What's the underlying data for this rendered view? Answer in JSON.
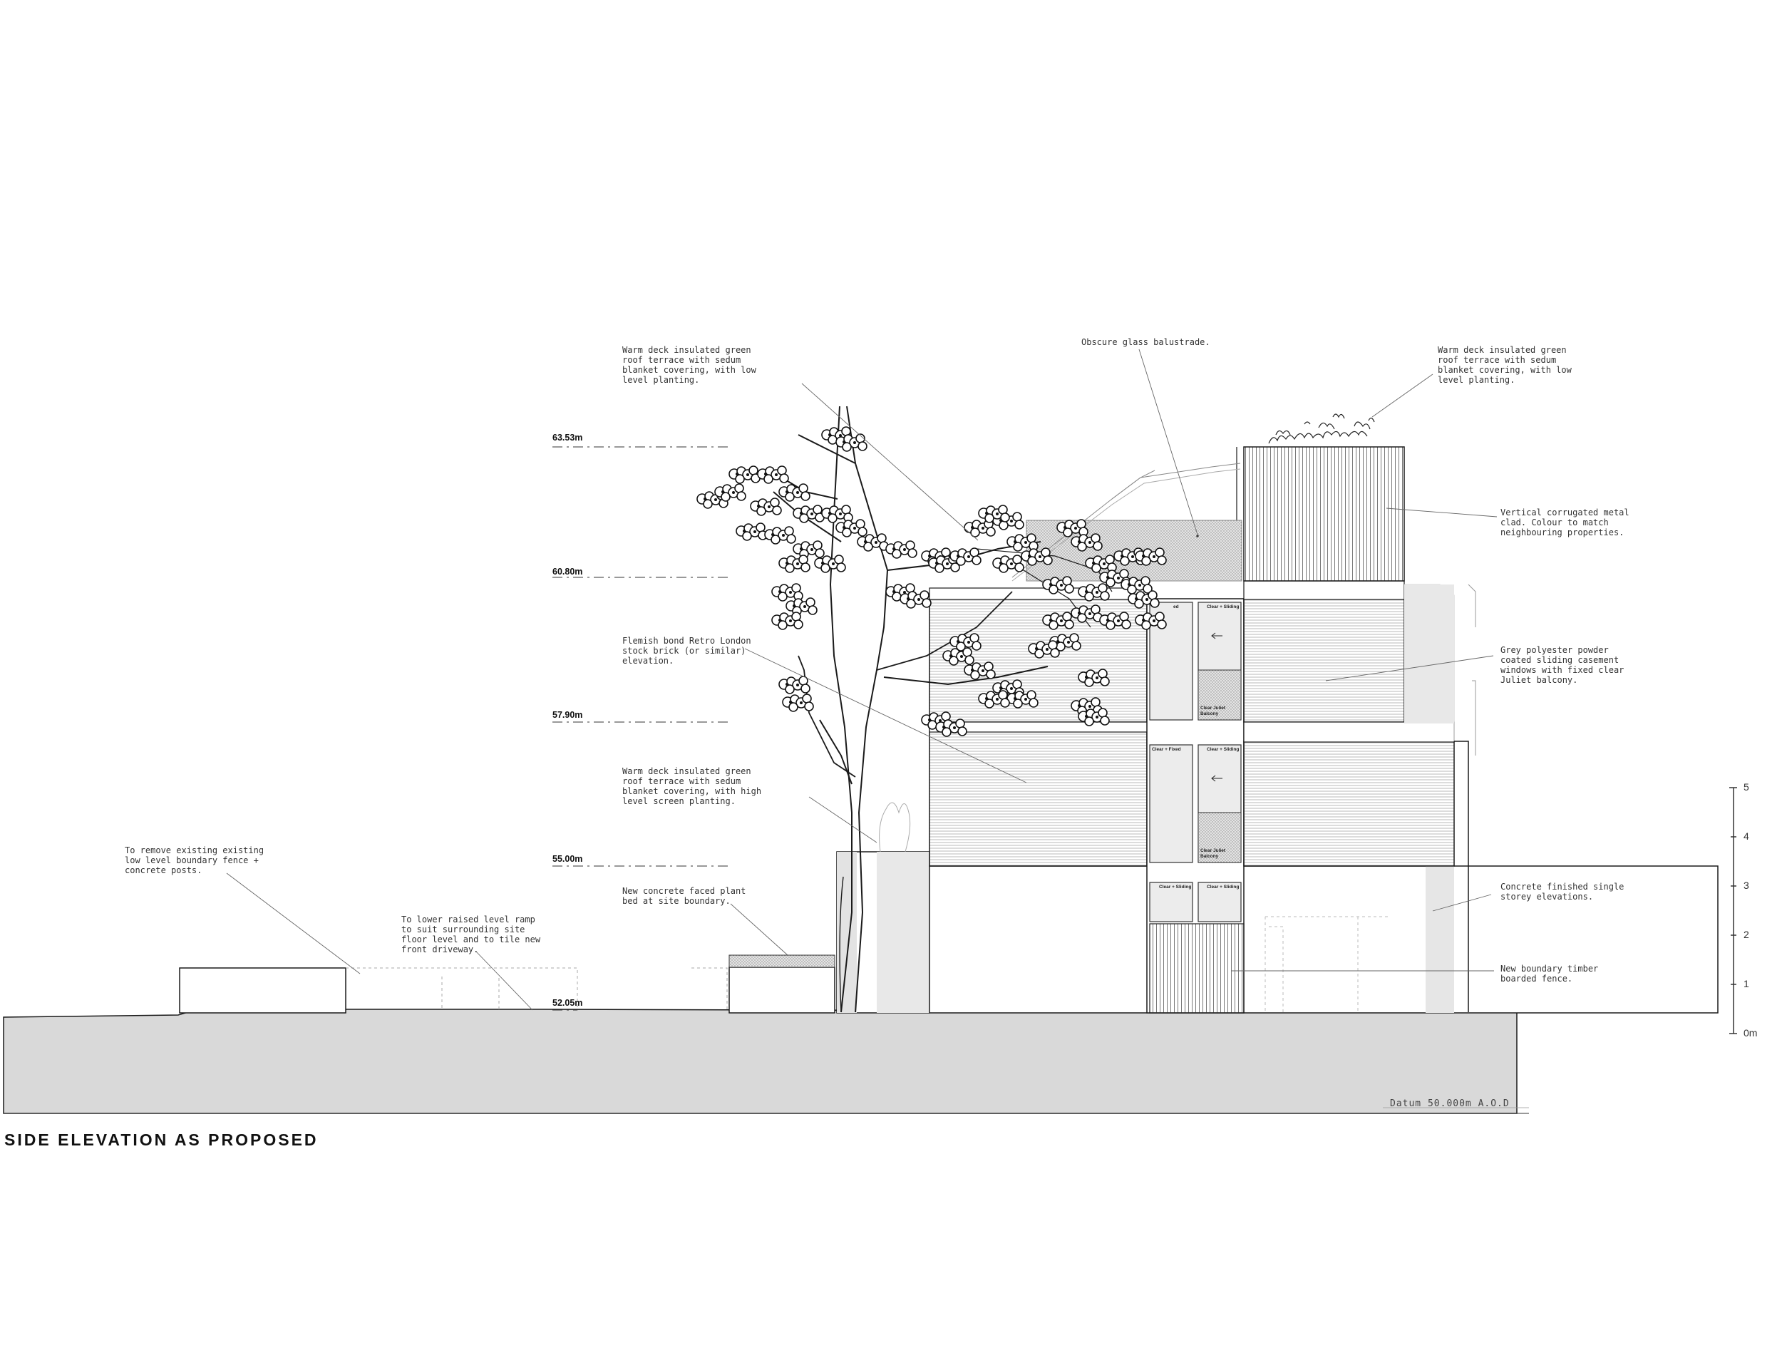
{
  "title": "SIDE ELEVATION AS PROPOSED",
  "datum": "Datum  50.000m  A.O.D",
  "levels": [
    "63.53m",
    "60.80m",
    "57.90m",
    "55.00m",
    "52.05m"
  ],
  "scale_bar": {
    "labels": [
      "5",
      "4",
      "3",
      "2",
      "1",
      "0m"
    ]
  },
  "annotations": {
    "green_roof_top": "Warm deck insulated green\nroof terrace with sedum\nblanket covering, with low\nlevel planting.",
    "obscure_glass": "Obscure glass balustrade.",
    "green_roof_right": "Warm deck insulated green\nroof terrace with sedum\nblanket covering, with low\nlevel planting.",
    "metal_clad": "Vertical corrugated metal\nclad. Colour to match\nneighbouring properties.",
    "brick": "Flemish bond Retro London\nstock brick (or similar)\nelevation.",
    "windows": "Grey polyester powder\ncoated sliding casement\nwindows with fixed clear\nJuliet balcony.",
    "green_roof_mid": "Warm deck insulated green\nroof terrace with sedum\nblanket covering, with high\nlevel screen planting.",
    "remove_fence": "To remove existing existing\nlow level boundary fence +\nconcrete posts.",
    "plant_bed": "New concrete faced plant\nbed at site boundary.",
    "concrete": "Concrete finished single\nstorey elevations.",
    "ramp": "To lower raised level ramp\nto suit surrounding site\nfloor level and to tile new\nfront driveway.",
    "timber_fence": "New boundary timber\nboarded fence."
  },
  "window_labels": {
    "w1": "Clear + Sliding",
    "w2": "Clear Juliet\nBalcony",
    "w3": "Clear + Fixed",
    "w4": "Clear + Sliding",
    "w5": "Clear Juliet\nBalcony",
    "w6": "Clear + Sliding",
    "w7": "Clear + Sliding",
    "w8": "ed"
  },
  "colors": {
    "ground": "#d9d9d9",
    "line": "#1a1a1a",
    "leader": "#666666",
    "shade": "#e6e6e6"
  }
}
